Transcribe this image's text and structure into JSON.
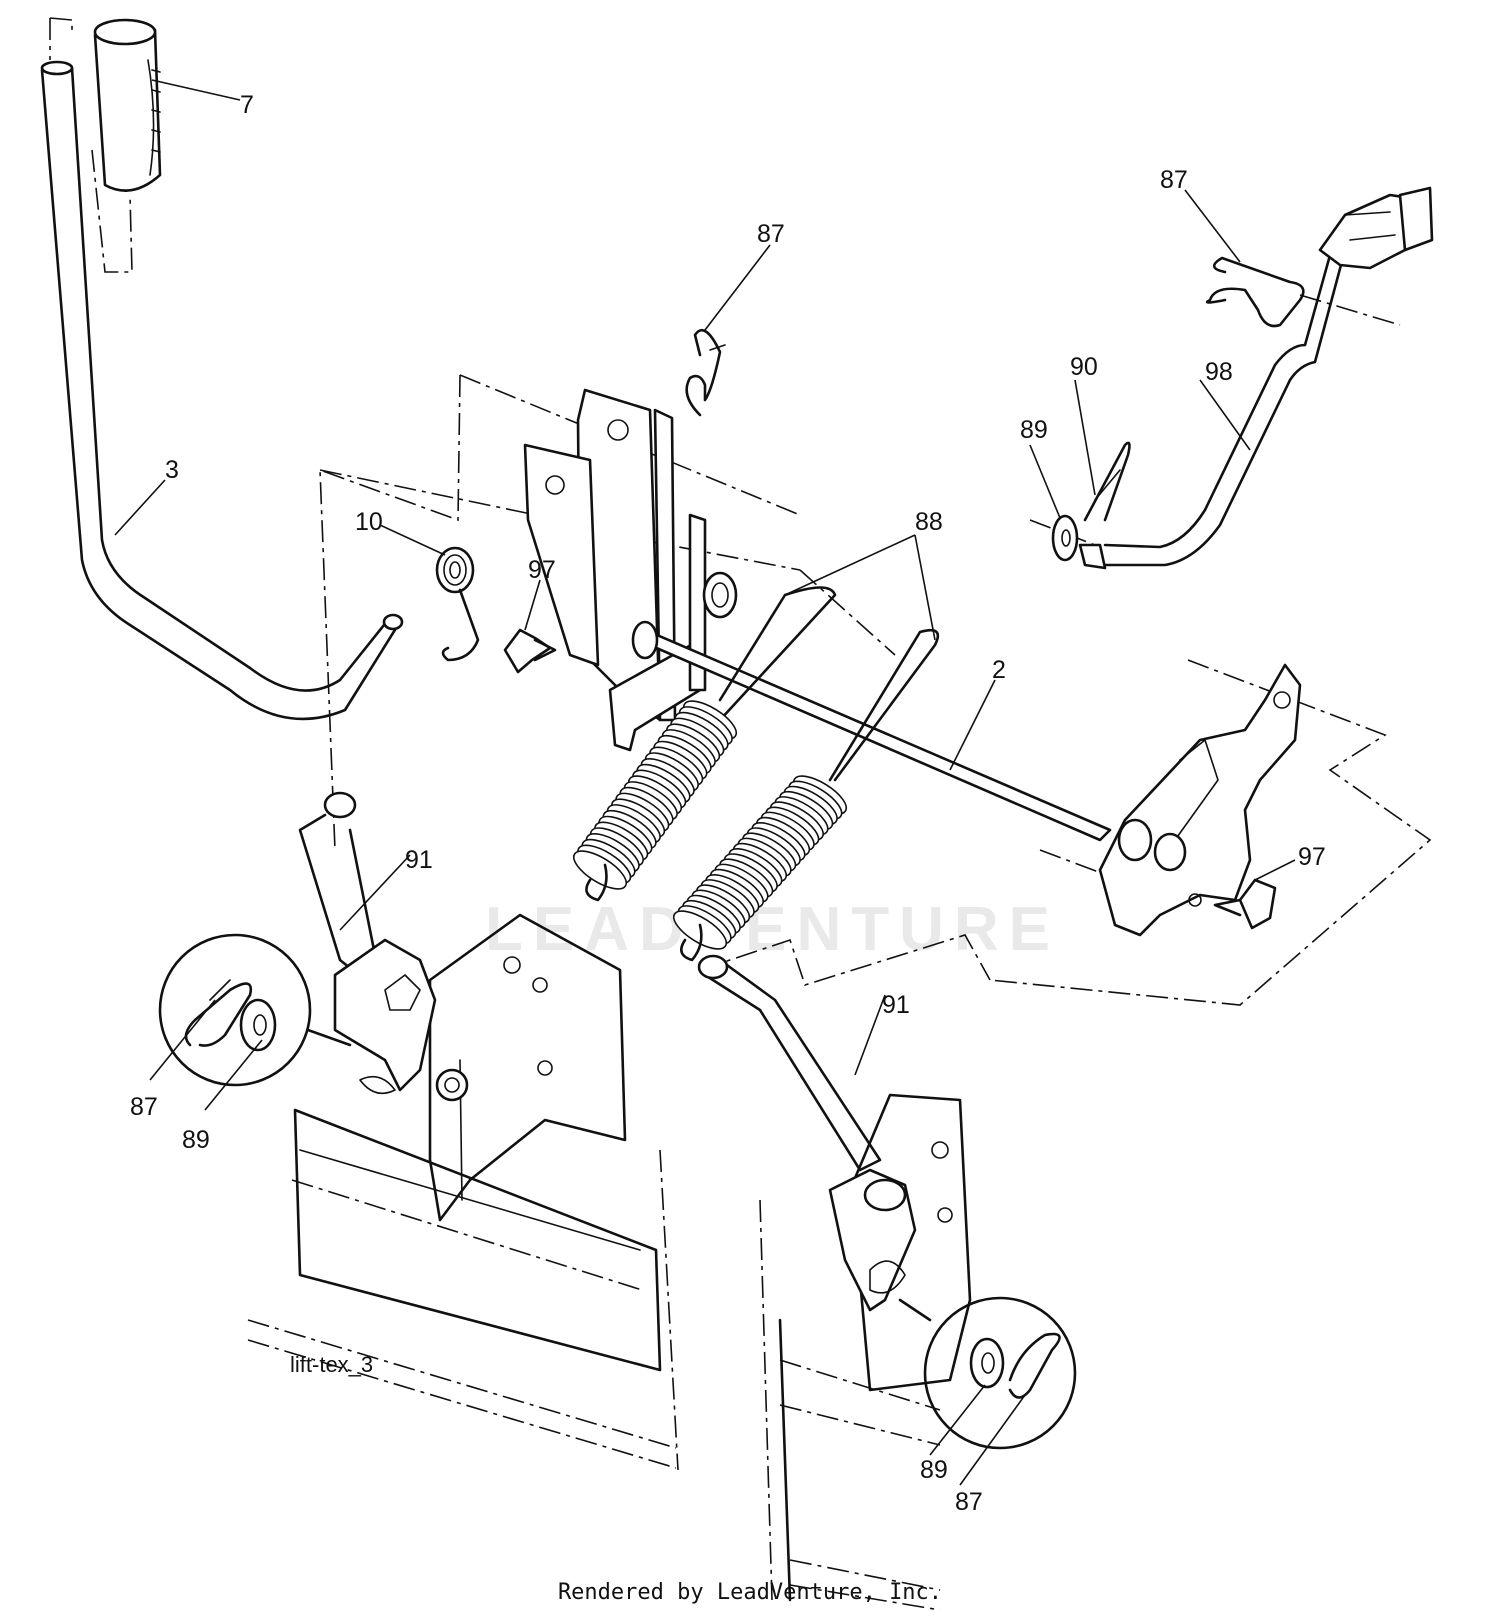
{
  "diagram": {
    "code": "lift-tex_3",
    "credit": "Rendered by LeadVenture, Inc.",
    "watermark": "LEADVENTURE"
  },
  "callouts": [
    {
      "id": "c-7",
      "label": "7"
    },
    {
      "id": "c-3",
      "label": "3"
    },
    {
      "id": "c-87-top",
      "label": "87"
    },
    {
      "id": "c-87-right",
      "label": "87"
    },
    {
      "id": "c-10",
      "label": "10"
    },
    {
      "id": "c-97-left",
      "label": "97"
    },
    {
      "id": "c-88",
      "label": "88"
    },
    {
      "id": "c-90",
      "label": "90"
    },
    {
      "id": "c-98",
      "label": "98"
    },
    {
      "id": "c-89-right",
      "label": "89"
    },
    {
      "id": "c-2",
      "label": "2"
    },
    {
      "id": "c-97-right",
      "label": "97"
    },
    {
      "id": "c-91-left",
      "label": "91"
    },
    {
      "id": "c-91-right",
      "label": "91"
    },
    {
      "id": "c-87-left-detail",
      "label": "87"
    },
    {
      "id": "c-89-left-detail",
      "label": "89"
    },
    {
      "id": "c-89-right-detail",
      "label": "89"
    },
    {
      "id": "c-87-right-detail",
      "label": "87"
    }
  ]
}
